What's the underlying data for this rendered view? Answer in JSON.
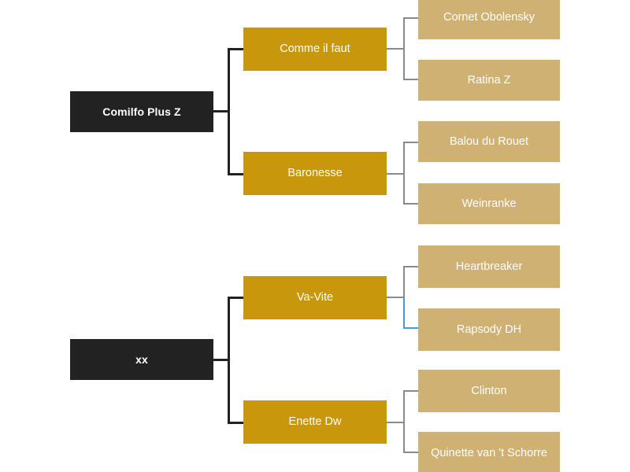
{
  "chart_data": {
    "type": "diagram",
    "title": "",
    "diagram_kind": "pedigree-tree",
    "generations": 3,
    "trees": [
      {
        "root": "Comilfo Plus Z",
        "gen1": [
          "Comme il faut",
          "Baronesse"
        ],
        "gen2": [
          [
            "Cornet Obolensky",
            "Ratina Z"
          ],
          [
            "Balou du Rouet",
            "Weinranke"
          ]
        ]
      },
      {
        "root": "xx",
        "gen1": [
          "Va-Vite",
          "Enette Dw"
        ],
        "gen2": [
          [
            "Heartbreaker",
            "Rapsody DH"
          ],
          [
            "Clinton",
            "Quinette van 't Schorre"
          ]
        ]
      }
    ],
    "highlighted_branch": "Rapsody DH"
  },
  "colors": {
    "background": "#ffffff",
    "root_box": "#222222",
    "gen1_box": "#c8970c",
    "gen2_box": "#cfb173",
    "box_text": "#ffffff",
    "connector_primary": "#222222",
    "connector_secondary": "#8a8a8a",
    "connector_highlight": "#3ba0d8"
  },
  "tree_top": {
    "root": {
      "label": "Comilfo Plus Z"
    },
    "sire": {
      "label": "Comme il faut"
    },
    "dam": {
      "label": "Baronesse"
    },
    "sire_sire": {
      "label": "Cornet Obolensky"
    },
    "sire_dam": {
      "label": "Ratina Z"
    },
    "dam_sire": {
      "label": "Balou du Rouet"
    },
    "dam_dam": {
      "label": "Weinranke"
    }
  },
  "tree_bottom": {
    "root": {
      "label": "xx"
    },
    "sire": {
      "label": "Va-Vite"
    },
    "dam": {
      "label": "Enette Dw"
    },
    "sire_sire": {
      "label": "Heartbreaker"
    },
    "sire_dam": {
      "label": "Rapsody DH"
    },
    "dam_sire": {
      "label": "Clinton"
    },
    "dam_dam": {
      "label": "Quinette van 't Schorre"
    }
  }
}
